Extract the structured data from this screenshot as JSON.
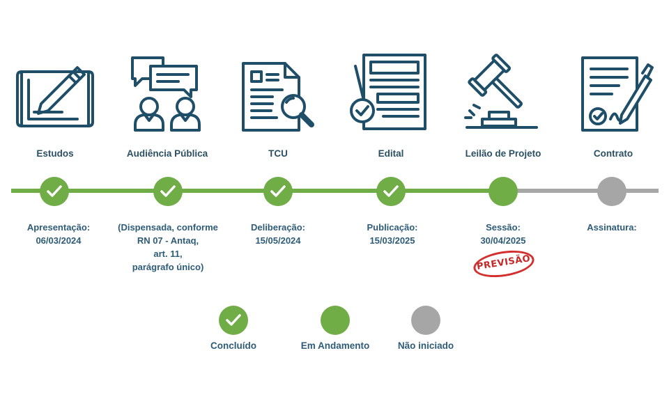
{
  "stages": [
    {
      "title": "Estudos",
      "status": "concluido",
      "icon": "blueprint-pencil-icon",
      "lines": [
        "Apresentação:",
        "06/03/2024"
      ]
    },
    {
      "title": "Audiência Pública",
      "status": "concluido",
      "icon": "people-chat-icon",
      "lines": [
        "(Dispensada, conforme",
        "RN 07 - Antaq,",
        "art. 11,",
        "parágrafo único)"
      ]
    },
    {
      "title": "TCU",
      "status": "concluido",
      "icon": "document-magnifier-icon",
      "lines": [
        "Deliberação:",
        "15/05/2024"
      ]
    },
    {
      "title": "Edital",
      "status": "concluido",
      "icon": "document-check-icon",
      "lines": [
        "Publicação:",
        "15/03/2025"
      ]
    },
    {
      "title": "Leilão de Projeto",
      "status": "em_andamento",
      "icon": "gavel-icon",
      "lines": [
        "Sessão:",
        "30/04/2025"
      ]
    },
    {
      "title": "Contrato",
      "status": "nao_iniciado",
      "icon": "contract-pen-icon",
      "lines": [
        "Assinatura:"
      ]
    }
  ],
  "stamp": "PREVISÃO",
  "legend": {
    "concluido": "Concluído",
    "em_andamento": "Em Andamento",
    "nao_iniciado": "Não iniciado"
  },
  "colors": {
    "green": "#70ad47",
    "gray": "#a6a6a6",
    "navy": "#1f4e69",
    "stamp_red": "#d32f2f"
  }
}
